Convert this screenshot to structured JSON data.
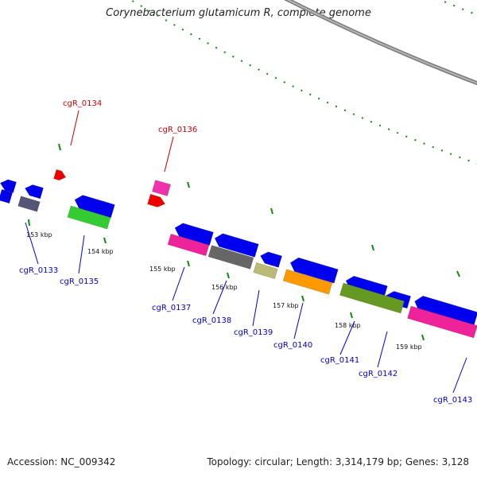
{
  "title": "Corynebacterium glutamicum R, complete genome",
  "footer": {
    "accession": "Accession: NC_009342",
    "topology": "Topology: circular; Length: 3,314,179 bp; Genes: 3,128"
  },
  "colors": {
    "forward_label": "#cc0000",
    "reverse_label": "#0000cc",
    "backbone": "#8c8c8c",
    "tick": "#118811"
  },
  "scale_labels": [
    "153 kbp",
    "154 kbp",
    "155 kbp",
    "156 kbp",
    "157 kbp",
    "158 kbp",
    "159 kbp"
  ],
  "gene_labels": {
    "forward": [
      "cgR_0134",
      "cgR_0136"
    ],
    "reverse": [
      "cgR_0133",
      "cgR_0135",
      "cgR_0137",
      "cgR_0138",
      "cgR_0139",
      "cgR_0140",
      "cgR_0141",
      "cgR_0142",
      "cgR_0143"
    ]
  },
  "features": [
    {
      "strand": "outer",
      "color": "#ee0000"
    },
    {
      "strand": "outer",
      "color": "#ee0000"
    },
    {
      "strand": "outer",
      "color": "#ee33aa"
    },
    {
      "strand": "inner",
      "color": "#0000ee"
    },
    {
      "strand": "inner",
      "color": "#0000ee"
    },
    {
      "strand": "inner",
      "color": "#0000ee"
    },
    {
      "strand": "inner",
      "color": "#0000ee"
    },
    {
      "strand": "inner",
      "color": "#0000ee"
    },
    {
      "strand": "inner",
      "color": "#0000ee"
    },
    {
      "strand": "inner",
      "color": "#0000ee"
    },
    {
      "strand": "inner",
      "color": "#0000ee"
    },
    {
      "strand": "inner",
      "color": "#0000ee"
    },
    {
      "strand": "inner",
      "color": "#0000ee"
    },
    {
      "strand": "inner",
      "color": "#0000ee"
    },
    {
      "strand": "cog",
      "color": "#555577"
    },
    {
      "strand": "cog",
      "color": "#33cc33"
    },
    {
      "strand": "cog",
      "color": "#ee2299"
    },
    {
      "strand": "cog",
      "color": "#666666"
    },
    {
      "strand": "cog",
      "color": "#bbbb77"
    },
    {
      "strand": "cog",
      "color": "#ff9900"
    },
    {
      "strand": "cog",
      "color": "#669922"
    },
    {
      "strand": "cog",
      "color": "#ee2299"
    },
    {
      "strand": "cog",
      "color": "#666666"
    }
  ]
}
